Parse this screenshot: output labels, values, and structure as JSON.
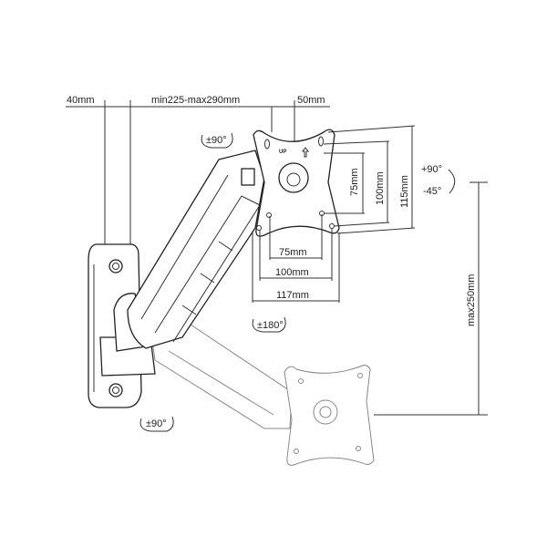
{
  "dimensions": {
    "wall_offset": "40mm",
    "arm_extension": "min225-max290mm",
    "plate_offset": "50mm",
    "vesa_h_75": "75mm",
    "vesa_h_100": "100mm",
    "plate_width": "117mm",
    "vesa_v_75": "75mm",
    "vesa_v_100": "100mm",
    "plate_height": "115mm",
    "height_adjust": "max250mm"
  },
  "rotations": {
    "swivel_top": "±90°",
    "rotation": "±180°",
    "swivel_bottom": "±90°",
    "tilt_up": "+90°",
    "tilt_down": "-45°"
  },
  "plate": {
    "up_label": "UP"
  }
}
